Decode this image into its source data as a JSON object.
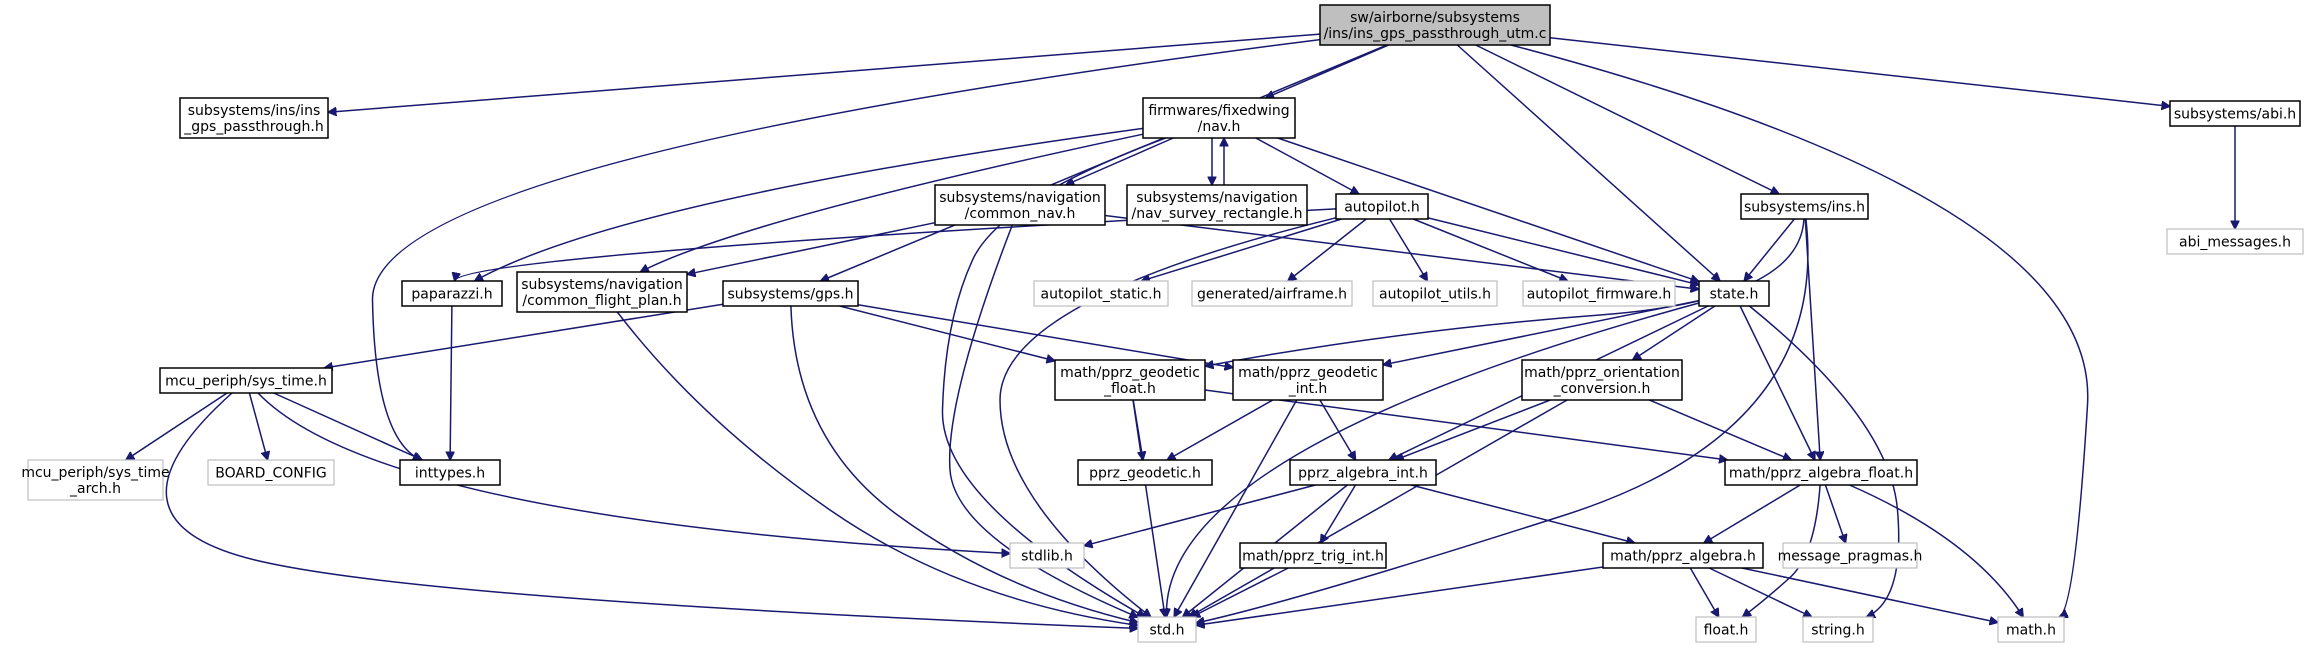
{
  "colors": {
    "edge": "#191970",
    "root_fill": "#bfbfbf",
    "missing_stroke": "#bfbfbf",
    "node_stroke": "#000000"
  },
  "nodes": [
    {
      "id": "root",
      "kind": "root",
      "lines": [
        "sw/airborne/subsystems",
        "/ins/ins_gps_passthrough_utm.c"
      ]
    },
    {
      "id": "ins_gps_passthrough",
      "kind": "normal",
      "lines": [
        "subsystems/ins/ins",
        "_gps_passthrough.h"
      ]
    },
    {
      "id": "nav",
      "kind": "normal",
      "lines": [
        "firmwares/fixedwing",
        "/nav.h"
      ]
    },
    {
      "id": "abi",
      "kind": "normal",
      "lines": [
        "subsystems/abi.h"
      ]
    },
    {
      "id": "abi_messages",
      "kind": "missing",
      "lines": [
        "abi_messages.h"
      ]
    },
    {
      "id": "common_nav",
      "kind": "normal",
      "lines": [
        "subsystems/navigation",
        "/common_nav.h"
      ]
    },
    {
      "id": "nav_survey",
      "kind": "normal",
      "lines": [
        "subsystems/navigation",
        "/nav_survey_rectangle.h"
      ]
    },
    {
      "id": "autopilot",
      "kind": "normal",
      "lines": [
        "autopilot.h"
      ]
    },
    {
      "id": "ins",
      "kind": "normal",
      "lines": [
        "subsystems/ins.h"
      ]
    },
    {
      "id": "paparazzi",
      "kind": "normal",
      "lines": [
        "paparazzi.h"
      ]
    },
    {
      "id": "common_flight_plan",
      "kind": "normal",
      "lines": [
        "subsystems/navigation",
        "/common_flight_plan.h"
      ]
    },
    {
      "id": "gps",
      "kind": "normal",
      "lines": [
        "subsystems/gps.h"
      ]
    },
    {
      "id": "autopilot_static",
      "kind": "missing",
      "lines": [
        "autopilot_static.h"
      ]
    },
    {
      "id": "airframe",
      "kind": "missing",
      "lines": [
        "generated/airframe.h"
      ]
    },
    {
      "id": "autopilot_utils",
      "kind": "missing",
      "lines": [
        "autopilot_utils.h"
      ]
    },
    {
      "id": "autopilot_firmware",
      "kind": "missing",
      "lines": [
        "autopilot_firmware.h"
      ]
    },
    {
      "id": "state",
      "kind": "normal",
      "lines": [
        "state.h"
      ]
    },
    {
      "id": "sys_time",
      "kind": "normal",
      "lines": [
        "mcu_periph/sys_time.h"
      ]
    },
    {
      "id": "geodetic_float",
      "kind": "normal",
      "lines": [
        "math/pprz_geodetic",
        "_float.h"
      ]
    },
    {
      "id": "geodetic_int",
      "kind": "normal",
      "lines": [
        "math/pprz_geodetic",
        "_int.h"
      ]
    },
    {
      "id": "orientation_conversion",
      "kind": "normal",
      "lines": [
        "math/pprz_orientation",
        "_conversion.h"
      ]
    },
    {
      "id": "sys_time_arch",
      "kind": "missing",
      "lines": [
        "mcu_periph/sys_time",
        "_arch.h"
      ]
    },
    {
      "id": "board_config",
      "kind": "missing",
      "lines": [
        "BOARD_CONFIG"
      ]
    },
    {
      "id": "inttypes",
      "kind": "normal",
      "lines": [
        "inttypes.h"
      ]
    },
    {
      "id": "pprz_geodetic",
      "kind": "normal",
      "lines": [
        "pprz_geodetic.h"
      ]
    },
    {
      "id": "algebra_int",
      "kind": "normal",
      "lines": [
        "pprz_algebra_int.h"
      ]
    },
    {
      "id": "algebra_float",
      "kind": "normal",
      "lines": [
        "math/pprz_algebra_float.h"
      ]
    },
    {
      "id": "message_pragmas",
      "kind": "missing",
      "lines": [
        "message_pragmas.h"
      ]
    },
    {
      "id": "stdlib",
      "kind": "missing",
      "lines": [
        "stdlib.h"
      ]
    },
    {
      "id": "trig_int",
      "kind": "normal",
      "lines": [
        "math/pprz_trig_int.h"
      ]
    },
    {
      "id": "pprz_algebra",
      "kind": "normal",
      "lines": [
        "math/pprz_algebra.h"
      ]
    },
    {
      "id": "std",
      "kind": "missing",
      "lines": [
        "std.h"
      ]
    },
    {
      "id": "float",
      "kind": "missing",
      "lines": [
        "float.h"
      ]
    },
    {
      "id": "string",
      "kind": "missing",
      "lines": [
        "string.h"
      ]
    },
    {
      "id": "math",
      "kind": "missing",
      "lines": [
        "math.h"
      ]
    }
  ],
  "edges": [
    [
      "root",
      "ins_gps_passthrough"
    ],
    [
      "root",
      "nav"
    ],
    [
      "root",
      "abi"
    ],
    [
      "root",
      "ins"
    ],
    [
      "root",
      "gps"
    ],
    [
      "root",
      "state"
    ],
    [
      "root",
      "inttypes"
    ],
    [
      "root",
      "math"
    ],
    [
      "abi",
      "abi_messages"
    ],
    [
      "nav",
      "common_nav"
    ],
    [
      "nav",
      "nav_survey"
    ],
    [
      "nav",
      "autopilot"
    ],
    [
      "nav",
      "paparazzi"
    ],
    [
      "nav",
      "common_flight_plan"
    ],
    [
      "nav",
      "state"
    ],
    [
      "nav",
      "std"
    ],
    [
      "nav_survey",
      "nav"
    ],
    [
      "common_nav",
      "common_flight_plan"
    ],
    [
      "common_nav",
      "state"
    ],
    [
      "common_nav",
      "std"
    ],
    [
      "autopilot",
      "paparazzi"
    ],
    [
      "autopilot",
      "autopilot_static"
    ],
    [
      "autopilot",
      "airframe"
    ],
    [
      "autopilot",
      "autopilot_utils"
    ],
    [
      "autopilot",
      "autopilot_firmware"
    ],
    [
      "autopilot",
      "state"
    ],
    [
      "autopilot",
      "std"
    ],
    [
      "ins",
      "state"
    ],
    [
      "ins",
      "geodetic_float"
    ],
    [
      "ins",
      "algebra_float"
    ],
    [
      "ins",
      "std"
    ],
    [
      "paparazzi",
      "inttypes"
    ],
    [
      "common_flight_plan",
      "std"
    ],
    [
      "gps",
      "sys_time"
    ],
    [
      "gps",
      "geodetic_float"
    ],
    [
      "gps",
      "geodetic_int"
    ],
    [
      "gps",
      "std"
    ],
    [
      "state",
      "geodetic_int"
    ],
    [
      "state",
      "orientation_conversion"
    ],
    [
      "state",
      "algebra_int"
    ],
    [
      "state",
      "algebra_float"
    ],
    [
      "state",
      "std"
    ],
    [
      "state",
      "string"
    ],
    [
      "sys_time",
      "sys_time_arch"
    ],
    [
      "sys_time",
      "board_config"
    ],
    [
      "sys_time",
      "inttypes"
    ],
    [
      "sys_time",
      "stdlib"
    ],
    [
      "sys_time",
      "std"
    ],
    [
      "geodetic_float",
      "pprz_geodetic"
    ],
    [
      "geodetic_float",
      "algebra_float"
    ],
    [
      "geodetic_float",
      "std"
    ],
    [
      "geodetic_int",
      "pprz_geodetic"
    ],
    [
      "geodetic_int",
      "algebra_int"
    ],
    [
      "geodetic_int",
      "std"
    ],
    [
      "orientation_conversion",
      "algebra_int"
    ],
    [
      "orientation_conversion",
      "algebra_float"
    ],
    [
      "orientation_conversion",
      "std"
    ],
    [
      "algebra_int",
      "stdlib"
    ],
    [
      "algebra_int",
      "trig_int"
    ],
    [
      "algebra_int",
      "pprz_algebra"
    ],
    [
      "algebra_int",
      "std"
    ],
    [
      "algebra_float",
      "pprz_algebra"
    ],
    [
      "algebra_float",
      "message_pragmas"
    ],
    [
      "algebra_float",
      "float"
    ],
    [
      "algebra_float",
      "math"
    ],
    [
      "trig_int",
      "std"
    ],
    [
      "pprz_algebra",
      "std"
    ],
    [
      "pprz_algebra",
      "float"
    ],
    [
      "pprz_algebra",
      "string"
    ],
    [
      "pprz_algebra",
      "math"
    ]
  ]
}
